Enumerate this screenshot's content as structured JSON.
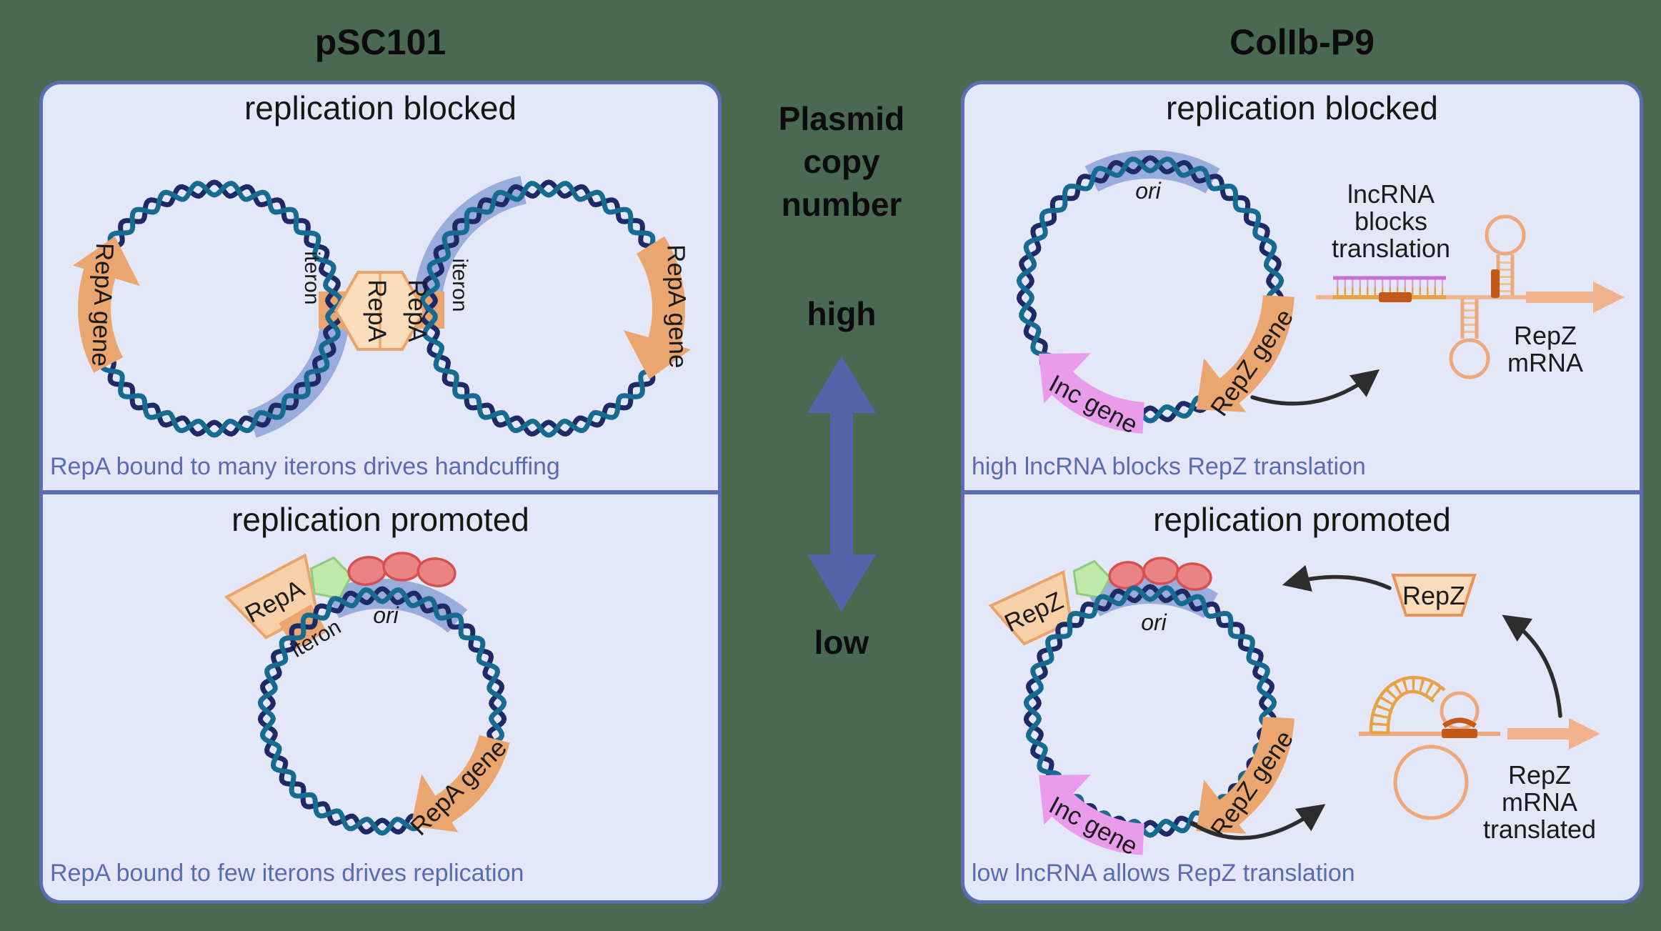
{
  "titles": {
    "left": "pSC101",
    "right": "ColIb-P9"
  },
  "axis": {
    "label": "Plasmid copy number",
    "line1": "Plasmid",
    "line2": "copy",
    "line3": "number",
    "high": "high",
    "low": "low"
  },
  "panels": {
    "tl": {
      "heading": "replication blocked",
      "caption": "RepA bound to many iterons drives handcuffing",
      "labels": {
        "repa_gene_left": "RepA gene",
        "repa_gene_right": "RepA gene",
        "iteron_left": "iteron",
        "iteron_right": "iteron",
        "repa_a": "RepA",
        "repa_b": "RepA"
      }
    },
    "bl": {
      "heading": "replication promoted",
      "caption": "RepA bound to few iterons drives replication",
      "labels": {
        "repa": "RepA",
        "iteron": "iteron",
        "ori": "ori",
        "repa_gene": "RepA gene"
      }
    },
    "tr": {
      "heading": "replication blocked",
      "caption": "high lncRNA blocks RepZ translation",
      "labels": {
        "ori": "ori",
        "inc_gene": "Inc gene",
        "repz_gene": "RepZ gene",
        "note1": "lncRNA",
        "note2": "blocks",
        "note3": "translation",
        "mrna1": "RepZ",
        "mrna2": "mRNA"
      }
    },
    "br": {
      "heading": "replication promoted",
      "caption": "low lncRNA allows RepZ translation",
      "labels": {
        "ori": "ori",
        "inc_gene": "Inc gene",
        "repz_gene": "RepZ gene",
        "repz_bound": "RepZ",
        "repz_free": "RepZ",
        "t1": "RepZ",
        "t2": "mRNA",
        "t3": "translated"
      }
    }
  },
  "colors": {
    "background": "#4b6950",
    "panel_fill": "#e4e7f8",
    "panel_border": "#5d6db3",
    "caption_text": "#5a6cae",
    "dna_navy": "#1d2a66",
    "dna_teal": "#176b90",
    "gene_orange": "#eba56e",
    "gene_violet": "#ea9cec",
    "ori_band": "#93a7d8",
    "protein_fill": "#fbdcbb",
    "red_oval": "#ea8384",
    "green_pentagon": "#bfe9a9",
    "axis_arrow": "#5565ab",
    "rna_orange": "#eda97c",
    "rna_gold": "#e8a243",
    "rna_brown": "#c35817",
    "lnc_magenta": "#c96fd4"
  }
}
